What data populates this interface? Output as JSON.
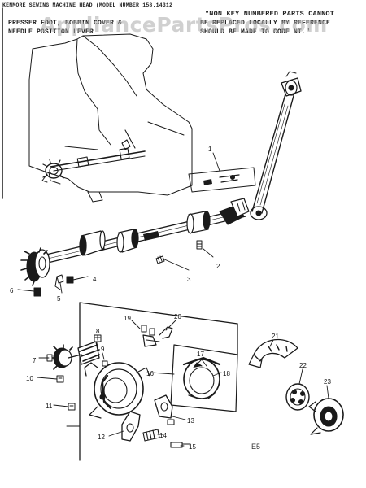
{
  "header": {
    "model_line": "KENMORE SEWING MACHINE HEAD (MODEL NUMBER 158.14312",
    "note_line1": "\"NON KEY NUMBERED PARTS CANNOT",
    "note_line2": "BE REPLACED LOCALLY BY REFERENCE",
    "note_line3": "SHOULD BE MADE TO CODE NT.\"",
    "left_line1": "PRESSER FOOT, BOBBIN COVER &",
    "left_line2": "NEEDLE POSITION LEVER"
  },
  "watermark": "AppliancePartsPros.com",
  "callouts": [
    "1",
    "2",
    "3",
    "4",
    "5",
    "6",
    "7",
    "8",
    "9",
    "10",
    "11",
    "12",
    "13",
    "14",
    "15",
    "16",
    "17",
    "18",
    "19",
    "20",
    "21",
    "22",
    "23"
  ],
  "code_mark": "E5",
  "colors": {
    "ink": "#1a1a1a",
    "watermark": "#aaaaaa"
  }
}
